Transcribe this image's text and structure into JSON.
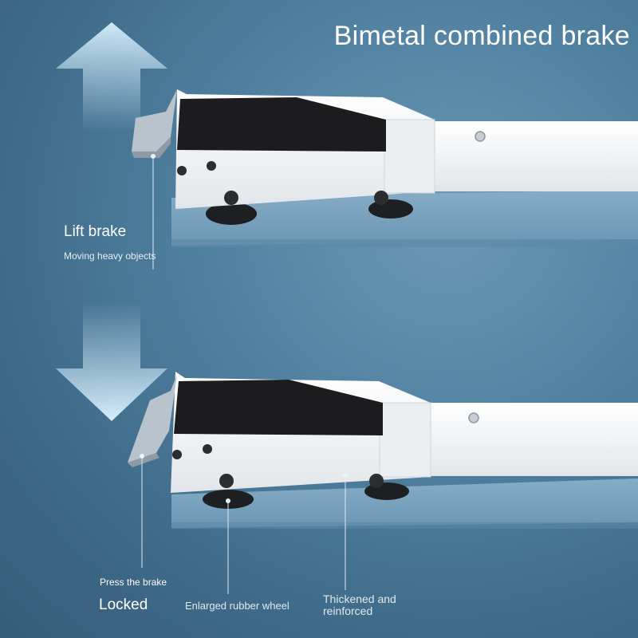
{
  "title": "Bimetal combined brake",
  "top_panel": {
    "label": "Lift brake",
    "sub_label": "Moving heavy objects"
  },
  "bottom_panel": {
    "press_label": "Press the brake",
    "locked_label": "Locked",
    "wheel_label": "Enlarged rubber wheel",
    "reinforced_label": "Thickened and reinforced"
  },
  "colors": {
    "background": "#4f7f9f",
    "frame_white": "#f3f4f6",
    "pad_black": "#1c1c1e",
    "arrow_light": "#bfe2f7",
    "floor": "#7aa3bf"
  },
  "icons": [
    "arrow-up-icon",
    "arrow-down-icon"
  ]
}
